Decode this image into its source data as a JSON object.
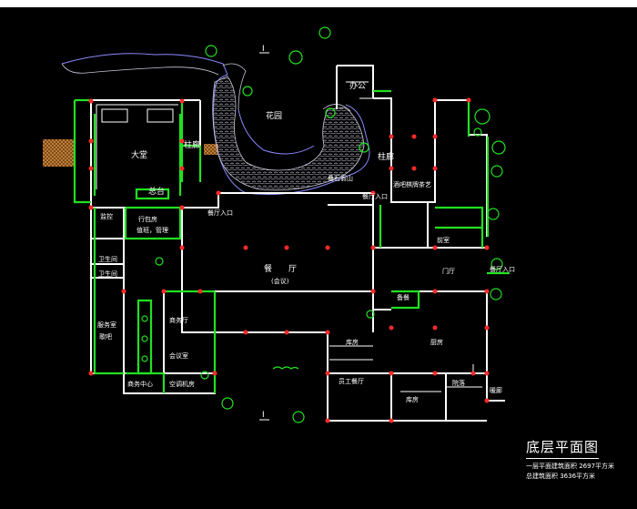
{
  "drawing": {
    "title": "底层平面图",
    "notes": [
      "一层平面建筑面积 2697平方米",
      "总建筑面积 3636平方米"
    ]
  },
  "rooms": {
    "office": "办公",
    "garden": "花园",
    "lobby": "大堂",
    "front_desk": "总台",
    "corridor_left": "柱廊",
    "corridor_right": "柱廊",
    "rockery": "叠石假山",
    "tea_room": "酒吧棋牌茶艺",
    "restaurant_entrance_top": "餐厅入口",
    "restaurant_entrance_left": "餐厅入口",
    "restaurant_entrance_right": "餐厅入口",
    "monitor": "监控",
    "luggage_room": "行包房",
    "duty_manager": "值班，管理",
    "restroom_1": "卫生间",
    "restroom_2": "卫生间",
    "restaurant": "餐　　厅",
    "conference_note": "(会议)",
    "business_hall": "商务厅",
    "conference_room": "会议室",
    "service_room": "服务室",
    "ktv": "歌吧",
    "front_room": "前室",
    "foyer": "门厅",
    "pantry": "备餐",
    "storage_1": "库房",
    "kitchen": "厨房",
    "staff_canteen": "员工餐厅",
    "storage_2": "库房",
    "courtyard": "院落",
    "service_yard": "暖廊",
    "business_center": "商务中心",
    "hvac_room": "空调机房"
  },
  "markers": {
    "north_top": "I",
    "north_bottom": "I"
  },
  "colors": {
    "background": "#000000",
    "wall": "#ffffff",
    "green_wall": "#22e022",
    "column": "#ff2a2a",
    "water": "#8a8aff",
    "paving": "#d08a3c"
  }
}
